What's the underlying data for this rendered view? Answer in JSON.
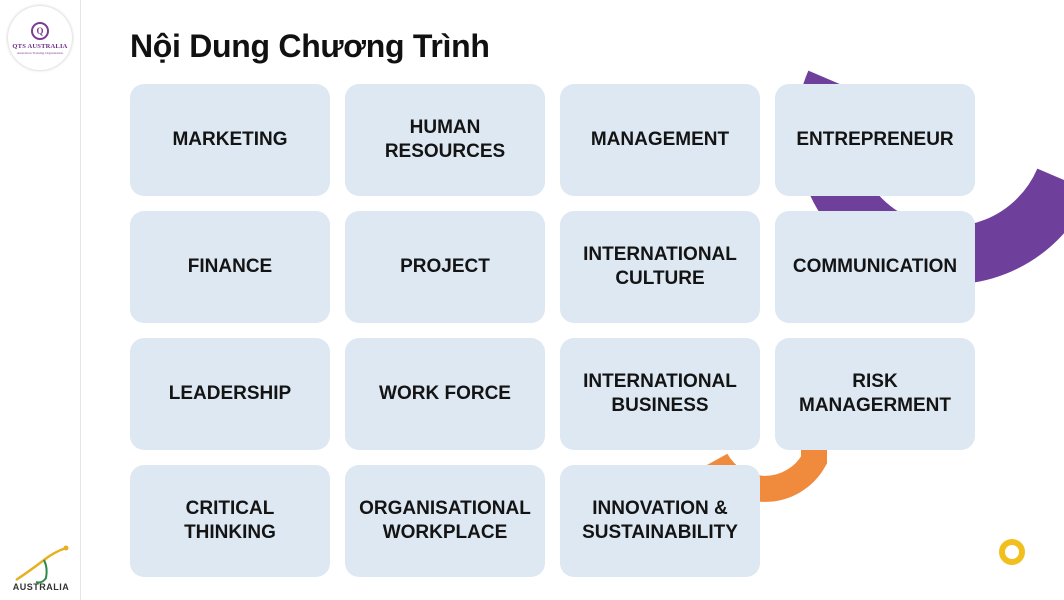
{
  "logo": {
    "mark": "Q",
    "name": "QTS AUSTRALIA",
    "subtitle": "Australian Training Organisation"
  },
  "footer_logo": {
    "label": "AUSTRALIA"
  },
  "title": "Nội Dung Chương Trình",
  "colors": {
    "tile_background": "#dde8f3",
    "purple_accent": "#6f3f9c",
    "orange_accent": "#f08a3c",
    "yellow_accent": "#f2c01e"
  },
  "tiles": [
    "MARKETING",
    "HUMAN\nRESOURCES",
    "MANAGEMENT",
    "ENTREPRENEUR",
    "FINANCE",
    "PROJECT",
    "INTERNATIONAL\nCULTURE",
    "COMMUNICATION",
    "LEADERSHIP",
    "WORK FORCE",
    "INTERNATIONAL\nBUSINESS",
    "RISK\nMANAGERMENT",
    "CRITICAL\nTHINKING",
    "ORGANISATIONAL\nWORKPLACE",
    "INNOVATION &\nSUSTAINABILITY"
  ]
}
